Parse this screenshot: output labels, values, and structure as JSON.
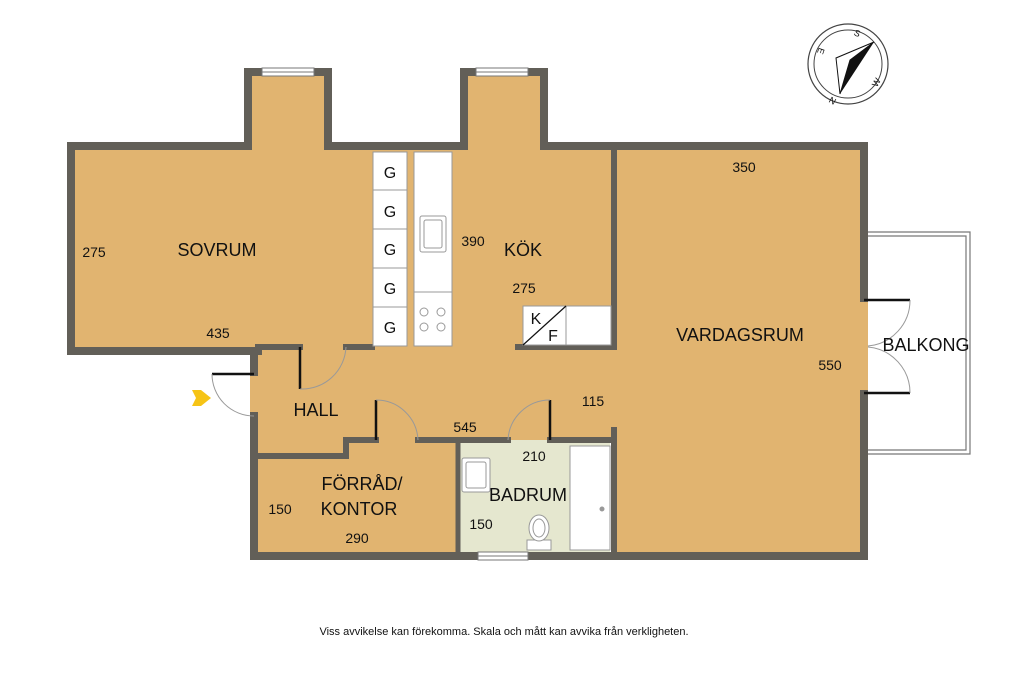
{
  "colors": {
    "floor": "#E1B470",
    "bath_floor": "#E5E7CF",
    "wall": "#625F58",
    "entrance_arrow": "#F6C416",
    "fixture_line": "#777777"
  },
  "rooms": {
    "sovrum": "SOVRUM",
    "kok": "KÖK",
    "vardagsrum": "VARDAGSRUM",
    "balkong": "BALKONG",
    "hall": "HALL",
    "forrad_line1": "FÖRRÅD/",
    "forrad_line2": "KONTOR",
    "badrum": "BADRUM"
  },
  "dimensions": {
    "sovrum_depth": "275",
    "sovrum_width": "435",
    "kok_depth": "390",
    "kok_width": "275",
    "vardagsrum_width": "350",
    "vardagsrum_depth": "550",
    "hall_depth": "115",
    "hall_width": "545",
    "badrum_width": "210",
    "badrum_depth": "150",
    "forrad_depth": "150",
    "forrad_width": "290"
  },
  "fixtures": {
    "wardrobe_label": "G",
    "fridge_label": "K",
    "freezer_label": "F"
  },
  "compass": {
    "north": "N",
    "south": "S",
    "east": "E",
    "west": "W",
    "icon": "compass-rose-icon"
  },
  "icons": {
    "entrance": "entrance-arrow-icon"
  },
  "disclaimer": "Viss avvikelse kan förekomma. Skala och mått kan avvika från verkligheten."
}
